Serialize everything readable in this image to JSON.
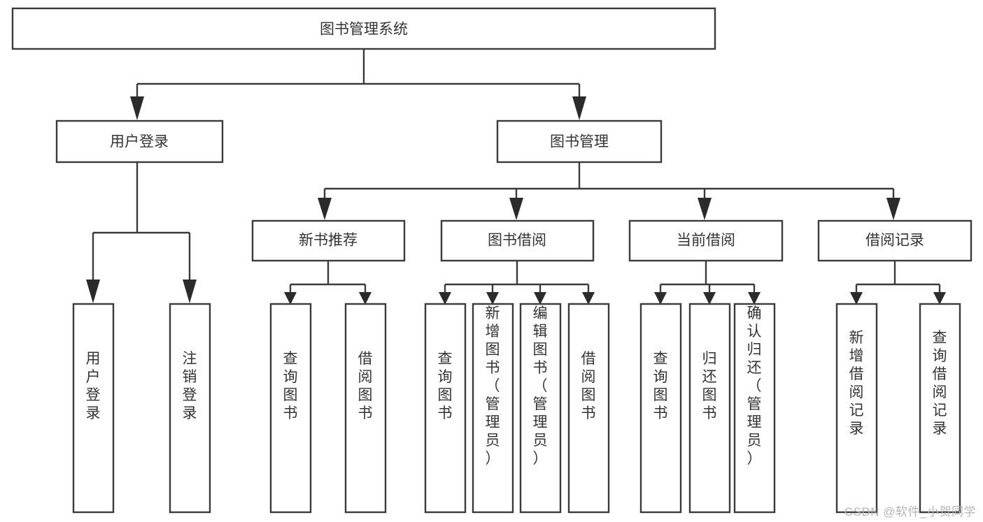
{
  "diagram": {
    "type": "tree",
    "title": "图书管理系统",
    "watermark": "CSDN @软件_小贺同学",
    "colors": {
      "box_stroke": "#3a3a3a",
      "box_fill": "#ffffff",
      "connector": "#3a3a3a",
      "text": "#333333",
      "background": "#ffffff",
      "watermark": "#b5b5b5"
    },
    "root": {
      "label": "图书管理系统"
    },
    "level2": [
      {
        "label": "用户登录"
      },
      {
        "label": "图书管理"
      }
    ],
    "level3": [
      {
        "label": "新书推荐"
      },
      {
        "label": "图书借阅"
      },
      {
        "label": "当前借阅"
      },
      {
        "label": "借阅记录"
      }
    ],
    "leaves": {
      "user_login": [
        {
          "label": "用户登录"
        },
        {
          "label": "注销登录"
        }
      ],
      "new_book_recommend": [
        {
          "label": "查询图书"
        },
        {
          "label": "借阅图书"
        }
      ],
      "book_borrow": [
        {
          "label": "查询图书"
        },
        {
          "label": "新增图书（管理员）"
        },
        {
          "label": "编辑图书（管理员）"
        },
        {
          "label": "借阅图书"
        }
      ],
      "current_borrow": [
        {
          "label": "查询图书"
        },
        {
          "label": "归还图书"
        },
        {
          "label": "确认归还（管理员）"
        }
      ],
      "borrow_record": [
        {
          "label": "新增借阅记录"
        },
        {
          "label": "查询借阅记录"
        }
      ]
    }
  }
}
